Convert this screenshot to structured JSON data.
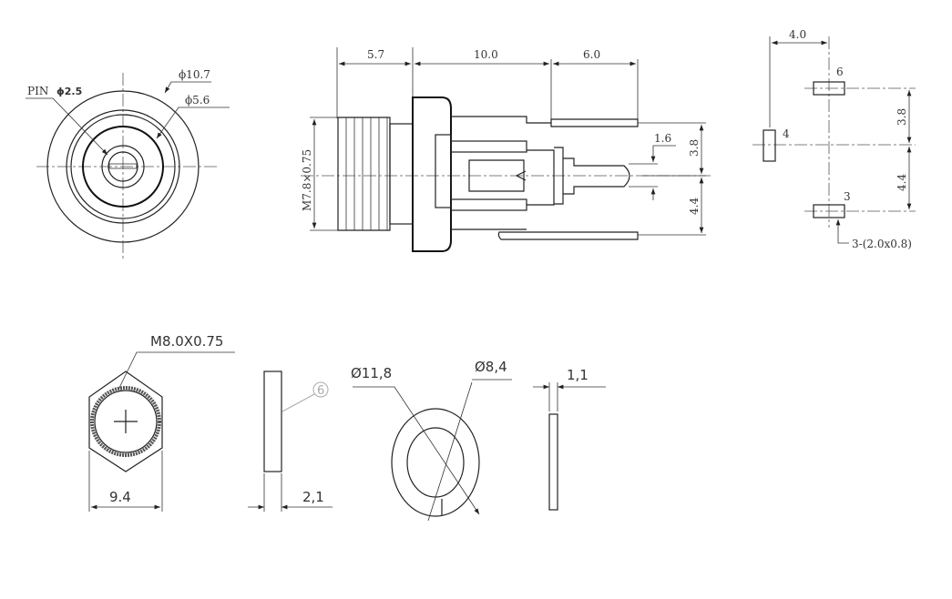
{
  "front_view": {
    "pin_label": "PIN",
    "pin_diameter": "ϕ2.5",
    "outer_diameter": "ϕ10.7",
    "inner_diameter": "ϕ5.6"
  },
  "side_view": {
    "dim_thread_length": "5.7",
    "dim_body_length": "10.0",
    "dim_pin_length": "6.0",
    "thread_spec": "M7.8×0.75",
    "dim_pin_dia": "1.6",
    "dim_upper": "3.8",
    "dim_lower": "4.4"
  },
  "footprint": {
    "dim_horizontal": "4.0",
    "pin6": "6",
    "pin4": "4",
    "pin3": "3",
    "dim_upper": "3.8",
    "dim_lower": "4.4",
    "pad_note": "3-(2.0x0.8)"
  },
  "hex_nut": {
    "thread_spec": "M8.0X0.75",
    "width": "9.4"
  },
  "nut_side": {
    "thickness": "2,1",
    "callout": "6"
  },
  "washer": {
    "outer_diameter": "Ø11,8",
    "inner_diameter": "Ø8,4",
    "thickness": "1,1"
  }
}
